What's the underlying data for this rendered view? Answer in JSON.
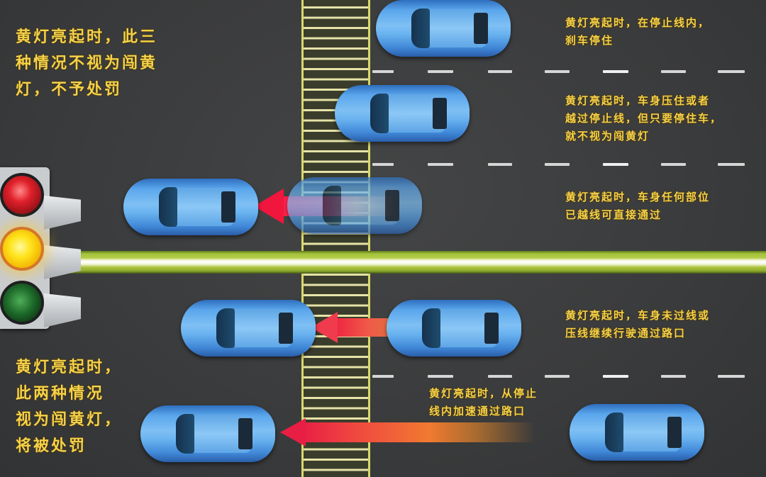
{
  "captions": {
    "left_top": "黄灯亮起时，此三\n种情况不视为闯黄\n灯，不予处罚",
    "left_bottom": "黄灯亮起时，\n此两种情况\n视为闯黄灯，\n将被处罚",
    "right_1": "黄灯亮起时，在停止线内，\n刹车停住",
    "right_2": "黄灯亮起时，车身压住或者\n越过停止线，但只要停住车，\n就不视为闯黄灯",
    "right_3": "黄灯亮起时，车身任何部位\n已越线可直接通过",
    "right_4": "黄灯亮起时，车身未过线或\n压线继续行驶通过路口",
    "bottom_mid": "黄灯亮起时，从停止\n线内加速通过路口"
  },
  "traffic_light": {
    "lamps": [
      "red",
      "yellow",
      "green"
    ],
    "active": "yellow"
  },
  "colors": {
    "caption": "#f5d24a",
    "road": "#3a3b3c",
    "stop_line": "#b6cc4a",
    "crosswalk": "#d8d86a",
    "car": "#5aa6ec",
    "arrow": "#e8203a"
  },
  "scenarios": [
    {
      "id": 1,
      "lane": "top",
      "car": "stopped before stop line",
      "penalized": false
    },
    {
      "id": 2,
      "lane": "second",
      "car": "stopped on stop line",
      "penalized": false
    },
    {
      "id": 3,
      "lane": "third",
      "car": "already crossed, proceeds",
      "penalized": false
    },
    {
      "id": 4,
      "lane": "fourth",
      "car": "continues through intersection",
      "penalized": true
    },
    {
      "id": 5,
      "lane": "bottom",
      "car": "accelerates through intersection",
      "penalized": true
    }
  ]
}
